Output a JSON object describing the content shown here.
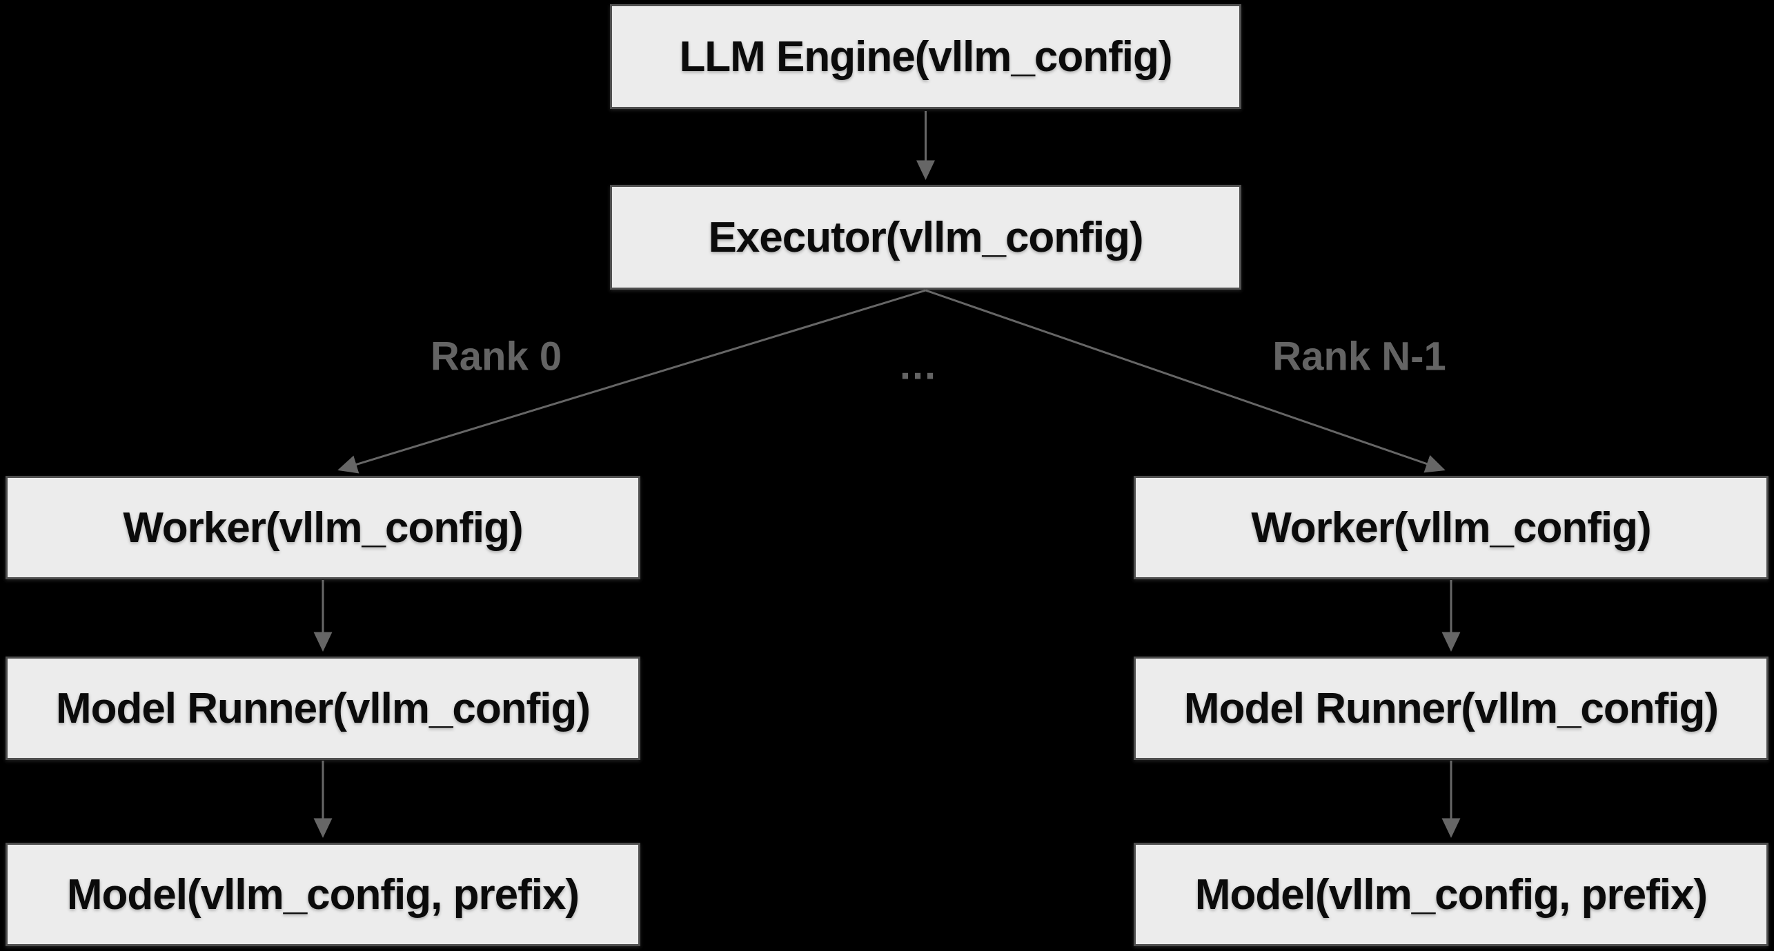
{
  "diagram": {
    "background_color": "#000000",
    "node_fill_color": "#ececec",
    "node_border_color": "#4f4f4f",
    "node_text_color": "#0b0b0b",
    "edge_line_color": "#666666",
    "edge_label_color": "#646464",
    "nodes": {
      "llm_engine": {
        "label": "LLM Engine(vllm_config)"
      },
      "executor": {
        "label": "Executor(vllm_config)"
      },
      "worker_left": {
        "label": "Worker(vllm_config)"
      },
      "model_runner_left": {
        "label": "Model Runner(vllm_config)"
      },
      "model_left": {
        "label": "Model(vllm_config, prefix)"
      },
      "worker_right": {
        "label": "Worker(vllm_config)"
      },
      "model_runner_right": {
        "label": "Model Runner(vllm_config)"
      },
      "model_right": {
        "label": "Model(vllm_config, prefix)"
      }
    },
    "edge_labels": {
      "rank_0": "Rank 0",
      "ellipsis": "...",
      "rank_n_minus_1": "Rank N-1"
    },
    "edges": [
      {
        "from": "llm_engine",
        "to": "executor",
        "label": ""
      },
      {
        "from": "executor",
        "to": "worker_left",
        "label": "Rank 0"
      },
      {
        "from": "executor",
        "to": "worker_right",
        "label": "Rank N-1"
      },
      {
        "from": "worker_left",
        "to": "model_runner_left",
        "label": ""
      },
      {
        "from": "model_runner_left",
        "to": "model_left",
        "label": ""
      },
      {
        "from": "worker_right",
        "to": "model_runner_right",
        "label": ""
      },
      {
        "from": "model_runner_right",
        "to": "model_right",
        "label": ""
      }
    ]
  }
}
